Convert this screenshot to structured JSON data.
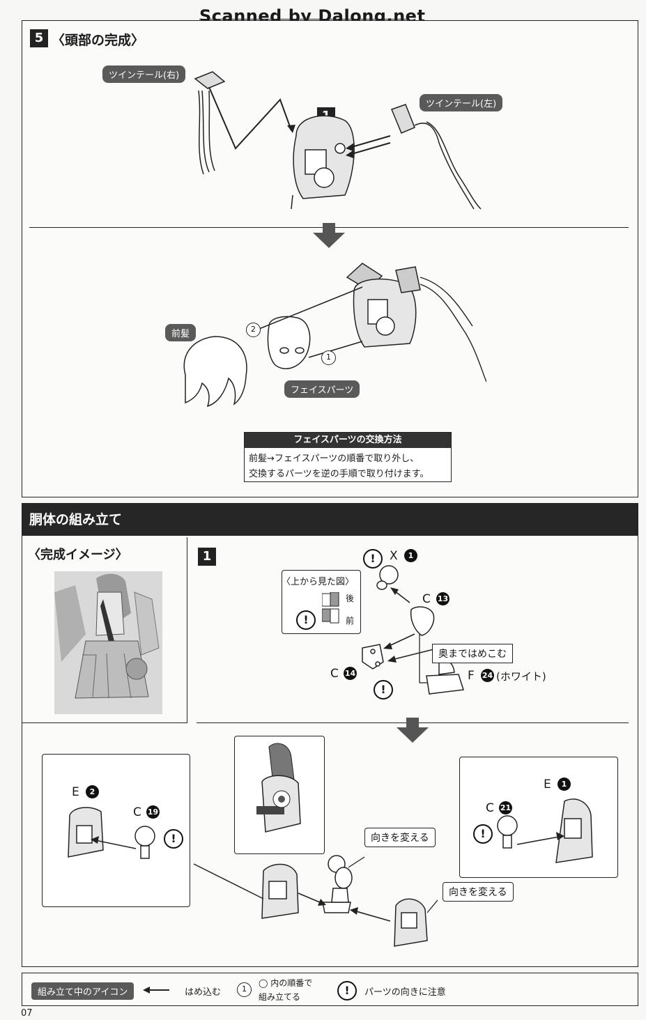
{
  "header": {
    "watermark": "Scanned by Dalong.net"
  },
  "step5": {
    "number": "5",
    "title": "〈頭部の完成〉",
    "twintail_right": "ツインテール(右)",
    "twintail_left": "ツインテール(左)",
    "sub_step": "1",
    "bangs_label": "前髪",
    "face_label": "フェイスパーツ",
    "order_1": "1",
    "order_2": "2",
    "info_title": "フェイスパーツの交換方法",
    "info_line1": "前髪→フェイスパーツの順番で取り外し、",
    "info_line2": "交換するパーツを逆の手順で取り付けます。"
  },
  "torso": {
    "title": "胴体の組み立て",
    "image_title": "〈完成イメージ〉",
    "sub_step": "1",
    "x_label": "X",
    "x_num": "1",
    "top_view": "〈上から見た図〉",
    "back": "後",
    "front": "前",
    "c13_letter": "C",
    "c13_num": "13",
    "c14_letter": "C",
    "c14_num": "14",
    "press_label": "奥まではめこむ",
    "f24_letter": "F",
    "f24_num": "24",
    "f24_note": "(ホワイト)",
    "e2_letter": "E",
    "e2_num": "2",
    "c19_letter": "C",
    "c19_num": "19",
    "e1_letter": "E",
    "e1_num": "1",
    "c21_letter": "C",
    "c21_num": "21",
    "turn_label_1": "向きを変える",
    "turn_label_2": "向きを変える"
  },
  "legend": {
    "title": "組み立て中のアイコン",
    "insert": "はめ込む",
    "order_symbol": "1",
    "order_line1": "◯ 内の順番で",
    "order_line2": "組み立てる",
    "warn_text": "パーツの向きに注意"
  },
  "footer": {
    "page_number": "07"
  }
}
